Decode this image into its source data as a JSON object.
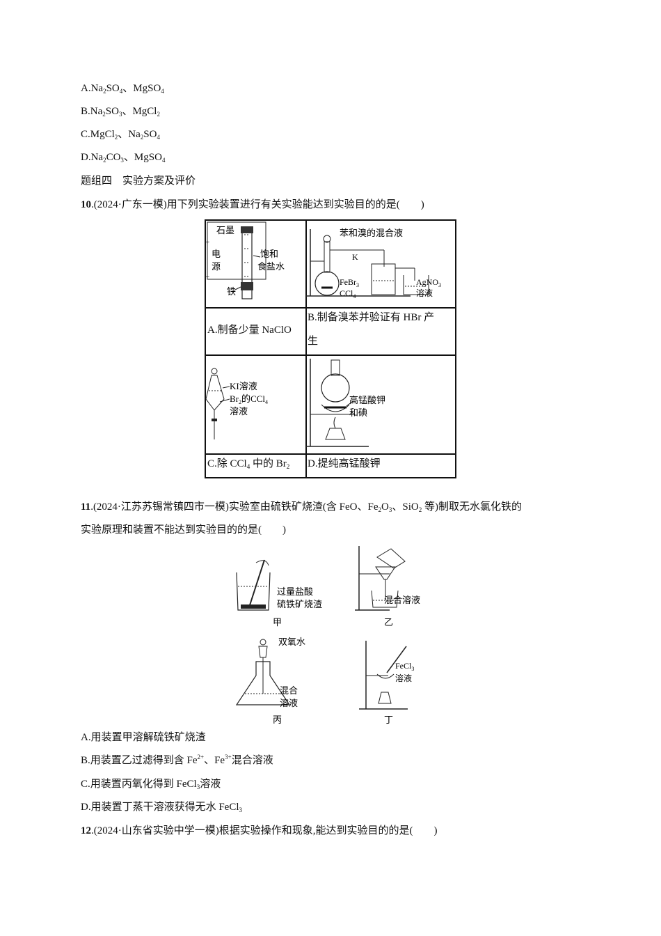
{
  "options_q9": [
    {
      "prefix": "A.Na",
      "s1": "2",
      "m1": "SO",
      "s2": "4",
      "rest": "、MgSO",
      "s3": "4"
    },
    {
      "prefix": "B.Na",
      "s1": "2",
      "m1": "SO",
      "s2": "3",
      "rest": "、MgCl",
      "s3": "2"
    },
    {
      "prefix": "C.MgCl",
      "s1": "2",
      "m1": "、Na",
      "s2": "2",
      "rest": "SO",
      "s3": "4"
    },
    {
      "prefix": "D.Na",
      "s1": "2",
      "m1": "CO",
      "s2": "3",
      "rest": "、MgSO",
      "s3": "4"
    }
  ],
  "section_title": "题组四　实验方案及评价",
  "q10": {
    "number": "10",
    "stem": ".(2024·广东一模)用下列实验装置进行有关实验能达到实验目的的是(　　)",
    "A": {
      "caption": "A.制备少量 NaClO",
      "labels": [
        "石墨",
        "电",
        "源",
        "饱和",
        "食盐水",
        "铁",
        "+",
        "−"
      ]
    },
    "B": {
      "caption_line1": "B.制备溴苯并验证有 HBr 产",
      "caption_line2": "生",
      "labels": [
        "苯和溴的混合液",
        "K",
        "FeBr",
        "3",
        "CCl",
        "4",
        "AgNO",
        "3",
        "溶液"
      ]
    },
    "C": {
      "caption_pre": "C.除 CCl",
      "caption_sub": "4",
      "caption_mid": " 中的 Br",
      "caption_sub2": "2",
      "labels": [
        "KI溶液",
        "Br",
        "2",
        "的CCl",
        "4",
        "溶液"
      ]
    },
    "D": {
      "caption": "D.提纯高锰酸钾",
      "labels": [
        "高锰酸钾",
        "和碘"
      ]
    }
  },
  "q11": {
    "number": "11",
    "stem_l1_a": ".(2024·江苏苏锡常镇四市一模)实验室由硫铁矿烧渣(含 FeO、Fe",
    "stem_l1_s1": "2",
    "stem_l1_b": "O",
    "stem_l1_s2": "3",
    "stem_l1_c": "、SiO",
    "stem_l1_s3": "2",
    "stem_l1_d": " 等)制取无水氯化铁的",
    "stem_l2": "实验原理和装置不能达到实验目的的是(　　)",
    "fig_labels": {
      "jia": "甲",
      "yi": "乙",
      "bing": "丙",
      "ding": "丁",
      "jia_l1": "过量盐酸",
      "jia_l2": "硫铁矿烧渣",
      "yi_l1": "混合溶液",
      "bing_l1": "双氧水",
      "bing_l2": "混合",
      "bing_l3": "溶液",
      "ding_l1": "FeCl",
      "ding_s1": "3",
      "ding_l2": "溶液"
    },
    "options": {
      "A": "A.用装置甲溶解硫铁矿烧渣",
      "B_a": "B.用装置乙过滤得到含 Fe",
      "B_sup1": "2+",
      "B_b": "、Fe",
      "B_sup2": "3+",
      "B_c": "混合溶液",
      "C_a": "C.用装置丙氧化得到 FeCl",
      "C_sub": "3",
      "C_b": "溶液",
      "D_a": "D.用装置丁蒸干溶液获得无水 FeCl",
      "D_sub": "3"
    }
  },
  "q12": {
    "number": "12",
    "stem": ".(2024·山东省实验中学一模)根据实验操作和现象,能达到实验目的的是(　　)"
  }
}
